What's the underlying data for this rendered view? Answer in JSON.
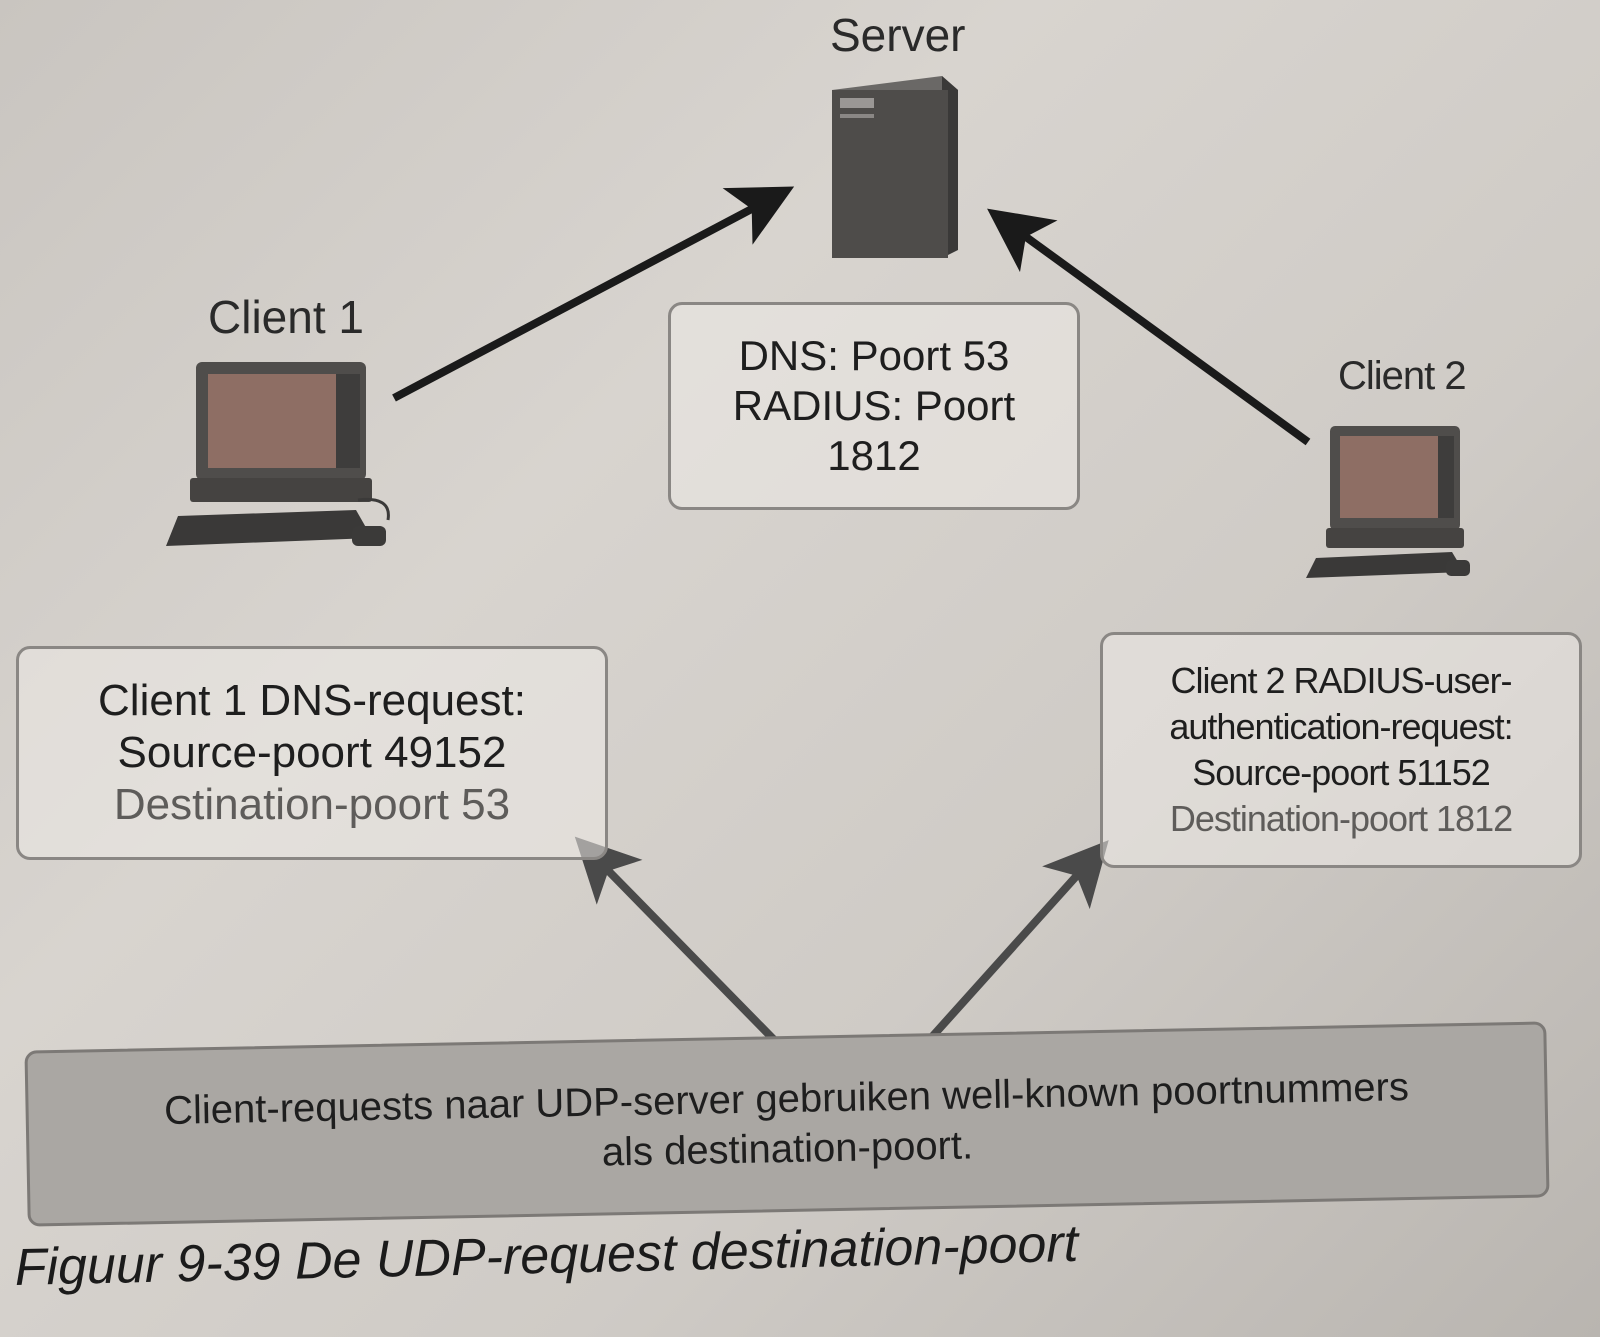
{
  "nodes": {
    "server": {
      "label": "Server"
    },
    "client1": {
      "label": "Client 1"
    },
    "client2": {
      "label": "Client 2"
    }
  },
  "server_ports": {
    "line1": "DNS: Poort 53",
    "line2": "RADIUS: Poort",
    "line3": "1812"
  },
  "client1_request": {
    "title": "Client 1 DNS-request:",
    "source": "Source-poort 49152",
    "destination": "Destination-poort 53"
  },
  "client2_request": {
    "title_line1": "Client 2 RADIUS-user-",
    "title_line2": "authentication-request:",
    "source": "Source-poort 51152",
    "destination": "Destination-poort 1812"
  },
  "note": {
    "line1": "Client-requests naar UDP-server gebruiken well-known poortnummers",
    "line2": "als destination-poort."
  },
  "caption": "Figuur 9-39  De UDP-request destination-poort",
  "colors": {
    "arrow_dark": "#1a1a1a",
    "arrow_gray": "#4a4a4a",
    "box_border": "#8a8784",
    "note_fill": "#aaa7a3"
  }
}
